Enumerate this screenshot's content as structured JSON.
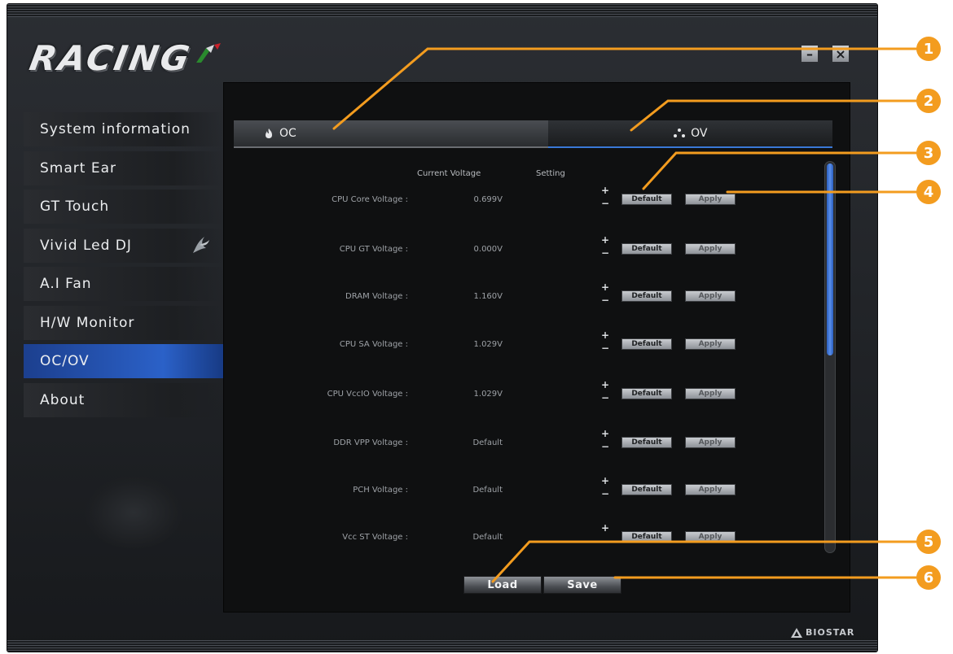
{
  "brand": {
    "logo_text": "RACING",
    "footer": "BIOSTAR"
  },
  "window": {
    "minimize_glyph": "–",
    "close_glyph": "×"
  },
  "sidebar": {
    "items": [
      {
        "label": "System information"
      },
      {
        "label": "Smart Ear"
      },
      {
        "label": "GT Touch"
      },
      {
        "label": "Vivid Led DJ"
      },
      {
        "label": "A.I Fan"
      },
      {
        "label": "H/W Monitor"
      },
      {
        "label": "OC/OV",
        "active": true
      },
      {
        "label": "About"
      }
    ]
  },
  "tabs": [
    {
      "label": "OC",
      "icon": "flame-icon"
    },
    {
      "label": "OV",
      "icon": "dots-icon",
      "active": true
    }
  ],
  "columns": {
    "current": "Current Voltage",
    "setting": "Setting"
  },
  "stepper": {
    "up": "+",
    "down": "−"
  },
  "rows": [
    {
      "label": "CPU Core Voltage :",
      "value": "0.699V",
      "default_label": "Default",
      "apply_label": "Apply"
    },
    {
      "label": "CPU GT Voltage :",
      "value": "0.000V",
      "default_label": "Default",
      "apply_label": "Apply"
    },
    {
      "label": "DRAM Voltage :",
      "value": "1.160V",
      "default_label": "Default",
      "apply_label": "Apply"
    },
    {
      "label": "CPU SA Voltage :",
      "value": "1.029V",
      "default_label": "Default",
      "apply_label": "Apply"
    },
    {
      "label": "CPU VccIO Voltage :",
      "value": "1.029V",
      "default_label": "Default",
      "apply_label": "Apply"
    },
    {
      "label": "DDR VPP Voltage :",
      "value": "Default",
      "default_label": "Default",
      "apply_label": "Apply"
    },
    {
      "label": "PCH Voltage :",
      "value": "Default",
      "default_label": "Default",
      "apply_label": "Apply"
    },
    {
      "label": "Vcc ST Voltage :",
      "value": "Default",
      "default_label": "Default",
      "apply_label": "Apply"
    }
  ],
  "actions": {
    "load_label": "Load",
    "save_label": "Save"
  },
  "callouts": [
    "1",
    "2",
    "3",
    "4",
    "5",
    "6"
  ],
  "colors": {
    "accent": "#2b61c8",
    "callout": "#f39c1f"
  }
}
